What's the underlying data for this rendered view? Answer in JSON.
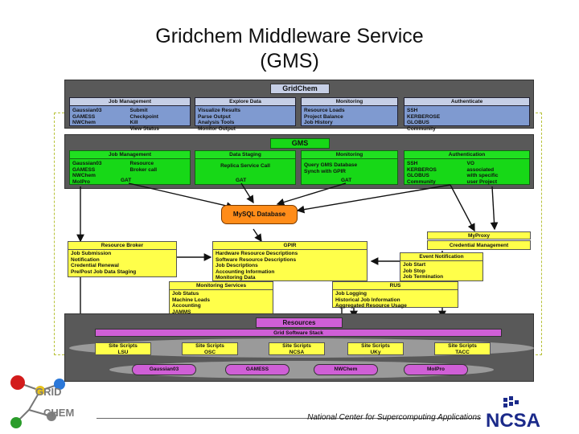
{
  "slide": {
    "title_line1": "Gridchem Middleware Service",
    "title_line2": "(GMS)",
    "footer": "National Center for Supercomputing Applications",
    "logo_left": [
      "GRID",
      "CHEM"
    ],
    "logo_right": "NCSA"
  },
  "gridchem_layer": {
    "header": "GridChem",
    "boxes": [
      {
        "title": "Job Management",
        "cols": [
          "Gaussian03\nGAMESS\nNWChem",
          "Submit\nCheckpoint\nKill\nView Status"
        ]
      },
      {
        "title": "Explore Data",
        "cols": [
          "Visualize Results\nParse Output\nAnalysis Tools\nMonitor Output"
        ]
      },
      {
        "title": "Monitoring",
        "cols": [
          "Resource Loads\nProject Balance\nJob History"
        ]
      },
      {
        "title": "Authenticate",
        "cols": [
          "SSH\nKERBEROSE\nGLOBUS\nCommunity"
        ]
      }
    ]
  },
  "gms_layer": {
    "header": "GMS",
    "boxes": [
      {
        "title": "Job Management",
        "cols": [
          "Gaussian03\nGAMESS\nNWChem\nMolPro",
          "Resource\nBroker call"
        ],
        "footer": "GAT"
      },
      {
        "title": "Data Staging",
        "cols": [
          "Replica Service Call"
        ],
        "footer": "GAT"
      },
      {
        "title": "Monitoring",
        "cols": [
          "Query GMS Database\nSynch with GPIR"
        ],
        "footer": "GAT"
      },
      {
        "title": "Authentication",
        "cols": [
          "SSH\nKERBEROS\nGLOBUS\nCommunity",
          "VO\nassociated\nwith specific\nuser Project"
        ],
        "footer": ""
      }
    ]
  },
  "database": {
    "label": "MySQL Database"
  },
  "services": {
    "myproxy": "MyProxy",
    "credential_management": "Credential Management",
    "resource_broker": {
      "title": "Resource Broker",
      "body": "Job Submission\nNotification\nCredential Renewal\nPre/Post Job Data Staging"
    },
    "gpir": {
      "title": "GPIR",
      "body": "Hardware Resource Descriptions\nSoftware Resource Descriptions\nJob Descriptions\nAccounting Information\nMonitoring Data"
    },
    "event_notification": {
      "title": "Event Notification",
      "body": "Job Start\nJob Stop\nJob Termination"
    },
    "monitoring_services": {
      "title": "Monitoring Services",
      "body": "Job Status\nMachine Loads\nAccounting\nJAMMS"
    },
    "rus": {
      "title": "RUS",
      "body": "Job Logging\nHistorical Job Information\nAggregated Resource Usage"
    }
  },
  "resources_layer": {
    "header": "Resources",
    "stack": "Grid Software Stack",
    "sites": [
      {
        "l1": "Site Scripts",
        "l2": "LSU"
      },
      {
        "l1": "Site Scripts",
        "l2": "OSC"
      },
      {
        "l1": "Site Scripts",
        "l2": "NCSA"
      },
      {
        "l1": "Site Scripts",
        "l2": "UKy"
      },
      {
        "l1": "Site Scripts",
        "l2": "TACC"
      }
    ],
    "apps": [
      "Gaussian03",
      "GAMESS",
      "NWChem",
      "MolPro"
    ]
  },
  "colors": {
    "band": "#595959",
    "blue": "#7f9ad0",
    "green": "#17d817",
    "yellow": "#ffff4a",
    "violet": "#cf5fd6",
    "orange": "#ff8c19"
  }
}
